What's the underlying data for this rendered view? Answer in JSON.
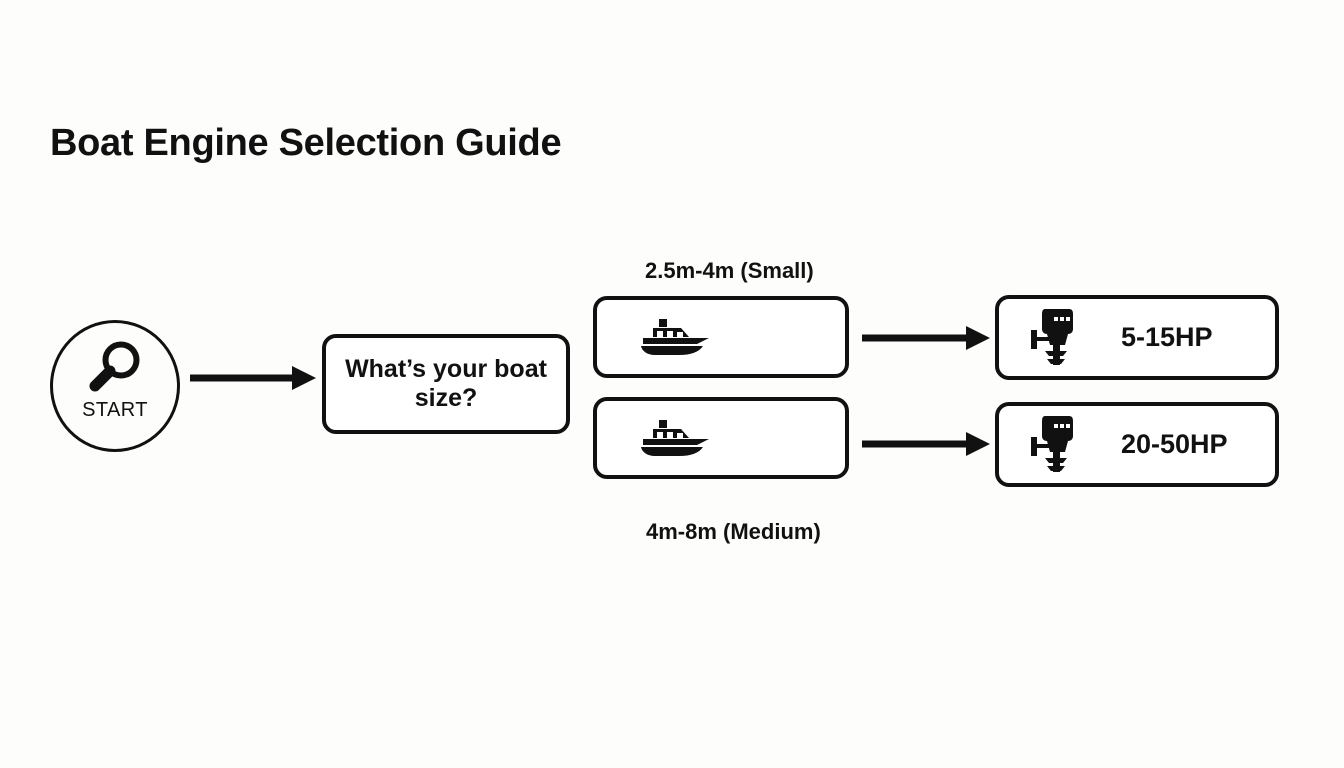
{
  "page": {
    "title": "Boat Engine Selection Guide",
    "background_color": "#fdfdfb",
    "ink_color": "#111111"
  },
  "flowchart": {
    "type": "flowchart",
    "orientation": "left-to-right",
    "start_node": {
      "label": "START",
      "icon": "magnifier-icon",
      "shape": "circle"
    },
    "decision_node": {
      "text": "What’s your boat size?",
      "shape": "rounded-rectangle"
    },
    "branches": [
      {
        "id": "small",
        "label": "2.5m-4m (Small)",
        "label_position": "above",
        "option_icon": "boat-icon",
        "result": {
          "label": "5-15HP",
          "icon": "outboard-engine-icon"
        }
      },
      {
        "id": "medium",
        "label": "4m-8m (Medium)",
        "label_position": "below",
        "option_icon": "boat-icon",
        "result": {
          "label": "20-50HP",
          "icon": "outboard-engine-icon"
        }
      }
    ],
    "connectors": [
      {
        "id": "start-to-decision",
        "from": "START",
        "to": "What’s your boat size?",
        "style": "solid-arrow"
      },
      {
        "id": "small-boat-to-engine",
        "from": "2.5m-4m (Small)",
        "to": "5-15HP",
        "style": "solid-arrow"
      },
      {
        "id": "medium-boat-to-engine",
        "from": "4m-8m (Medium)",
        "to": "20-50HP",
        "style": "solid-arrow"
      }
    ]
  }
}
